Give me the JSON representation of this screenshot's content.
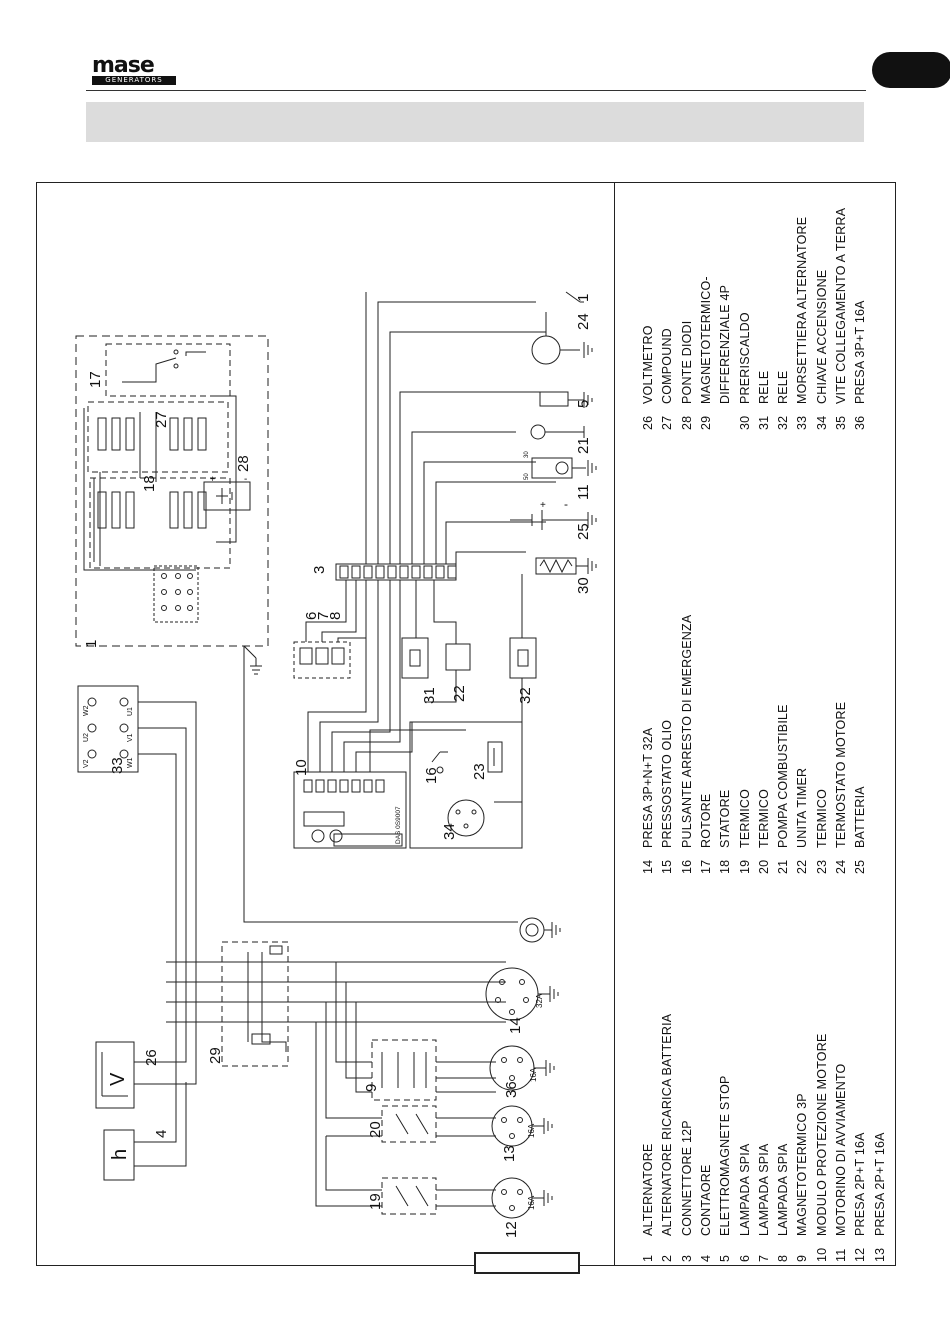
{
  "brand": {
    "name": "mase",
    "sub": "GENERATORS"
  },
  "diagram": {
    "labels": {
      "n1": "1",
      "n3": "3",
      "n4": "4",
      "n5": "5",
      "n6": "6",
      "n7": "7",
      "n8": "8",
      "n9": "9",
      "n10": "10",
      "n11": "11",
      "n12": "12",
      "n13": "13",
      "n14": "14",
      "n16": "16",
      "n17": "17",
      "n18": "18",
      "n19": "19",
      "n20": "20",
      "n21": "21",
      "n22": "22",
      "n23": "23",
      "n24": "24",
      "n25": "25",
      "n26": "26",
      "n27": "27",
      "n28": "28",
      "n29": "29",
      "n30": "30",
      "n31": "31",
      "n32": "32",
      "n33": "33",
      "n34": "34",
      "n36": "36",
      "n1b": "1"
    },
    "meter_v": "V",
    "meter_h": "h",
    "socket_32a": "32A",
    "socket_16a_1": "16A",
    "socket_16a_2": "16A",
    "socket_16a_3": "16A",
    "module_code": "DAS 0S9007",
    "terminals_33": [
      "W2",
      "U2",
      "V2",
      "U1",
      "V1",
      "W1"
    ],
    "plus": "+",
    "minus": "-",
    "relay_30": "30",
    "relay_50": "50"
  },
  "legend": {
    "col1": [
      {
        "num": "1",
        "label": "ALTERNATORE"
      },
      {
        "num": "2",
        "label": "ALTERNATORE RICARICA BATTERIA"
      },
      {
        "num": "3",
        "label": "CONNETTORE 12P"
      },
      {
        "num": "4",
        "label": "CONTAORE"
      },
      {
        "num": "5",
        "label": "ELETTROMAGNETE STOP"
      },
      {
        "num": "6",
        "label": "LAMPADA SPIA"
      },
      {
        "num": "7",
        "label": "LAMPADA SPIA"
      },
      {
        "num": "8",
        "label": "LAMPADA SPIA"
      },
      {
        "num": "9",
        "label": "MAGNETOTERMICO 3P"
      },
      {
        "num": "10",
        "label": "MODULO PROTEZIONE MOTORE"
      },
      {
        "num": "11",
        "label": "MOTORINO DI AVVIAMENTO"
      },
      {
        "num": "12",
        "label": "PRESA 2P+T 16A"
      },
      {
        "num": "13",
        "label": "PRESA 2P+T 16A"
      }
    ],
    "col2": [
      {
        "num": "14",
        "label": "PRESA 3P+N+T 32A"
      },
      {
        "num": "15",
        "label": "PRESSOSTATO OLIO"
      },
      {
        "num": "16",
        "label": "PULSANTE ARRESTO DI EMERGENZA"
      },
      {
        "num": "17",
        "label": "ROTORE"
      },
      {
        "num": "18",
        "label": "STATORE"
      },
      {
        "num": "19",
        "label": "TERMICO"
      },
      {
        "num": "20",
        "label": "TERMICO"
      },
      {
        "num": "21",
        "label": "POMPA COMBUSTIBILE"
      },
      {
        "num": "22",
        "label": "UNITA TIMER"
      },
      {
        "num": "23",
        "label": "TERMICO"
      },
      {
        "num": "24",
        "label": "TERMOSTATO MOTORE"
      },
      {
        "num": "25",
        "label": "BATTERIA"
      }
    ],
    "col3": [
      {
        "num": "26",
        "label": "VOLTMETRO"
      },
      {
        "num": "27",
        "label": "COMPOUND"
      },
      {
        "num": "28",
        "label": "PONTE DIODI"
      },
      {
        "num": "29",
        "label": "MAGNETOTERMICO-"
      },
      {
        "num": "",
        "label": "DIFFERENZIALE 4P"
      },
      {
        "num": "30",
        "label": "PRERISCALDO"
      },
      {
        "num": "31",
        "label": "RELE"
      },
      {
        "num": "32",
        "label": "RELE"
      },
      {
        "num": "33",
        "label": "MORSETTIERA ALTERNATORE"
      },
      {
        "num": "34",
        "label": "CHIAVE ACCENSIONE"
      },
      {
        "num": "35",
        "label": "VITE COLLEGAMENTO A TERRA"
      },
      {
        "num": "36",
        "label": "PRESA 3P+T 16A"
      }
    ]
  }
}
